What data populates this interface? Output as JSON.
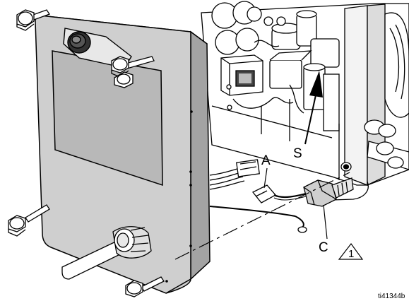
{
  "callouts": {
    "a": "A",
    "s": "S",
    "c": "C",
    "note_number": "1"
  },
  "figure_id": "ti41344b",
  "colors": {
    "housing_face": "#cfcfcf",
    "housing_side": "#9a9a9a",
    "housing_top": "#e6e6e6",
    "line": "#000000"
  }
}
